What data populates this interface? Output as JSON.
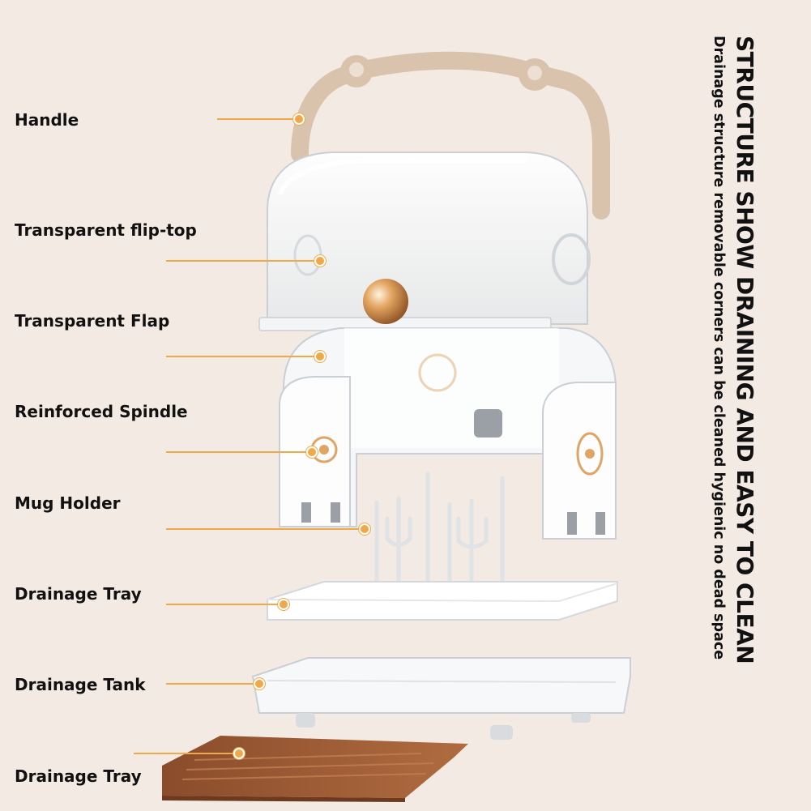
{
  "heading": {
    "title": "STRUCTURE SHOW DRAINING AND EASY TO CLEAN",
    "subtitle": "Drainage structure removable corners can be cleaned hygienic no dead space"
  },
  "parts": [
    {
      "label": "Handle"
    },
    {
      "label": "Transparent flip-top"
    },
    {
      "label": "Transparent Flap"
    },
    {
      "label": "Reinforced Spindle"
    },
    {
      "label": "Mug Holder"
    },
    {
      "label": "Drainage Tray"
    },
    {
      "label": "Drainage Tank"
    },
    {
      "label": "Drainage Tray"
    }
  ],
  "colors": {
    "background": "#f3ebe3",
    "leader": "#f0a848",
    "handle": "#d9c3ad",
    "accent_gold": "#e0a564",
    "wood_tray": "#9a5a35"
  }
}
